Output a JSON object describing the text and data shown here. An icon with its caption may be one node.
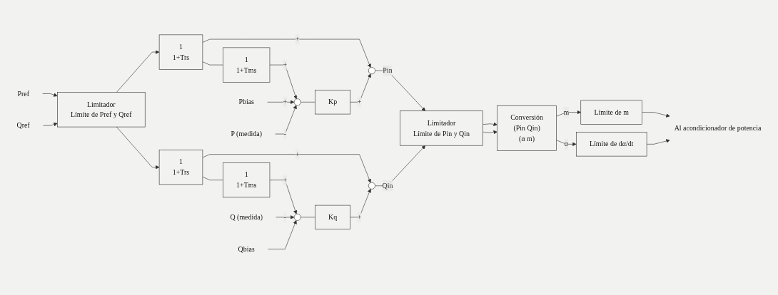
{
  "diagram": {
    "nodes": [
      {
        "text": [
          "Pref"
        ]
      },
      {
        "text": [
          "Qref"
        ]
      },
      {
        "text": [
          "Limitador",
          "Límite de Pref y Qref"
        ]
      },
      {
        "text": [
          "1",
          "1+Trs"
        ]
      },
      {
        "text": [
          "1",
          "1+Trs"
        ]
      },
      {
        "text": [
          "1",
          "1+Tms"
        ]
      },
      {
        "text": [
          "Pbias"
        ]
      },
      {
        "text": [],
        "shape": "circle"
      },
      {
        "text": [
          "P (medida)"
        ]
      },
      {
        "text": [
          "Kp"
        ]
      },
      {
        "text": [],
        "shape": "circle"
      },
      {
        "text": [
          "Limitador",
          "Límite de Pin y Qin"
        ]
      },
      {
        "text": [],
        "shape": "circle"
      },
      {
        "text": [
          "Kq"
        ]
      },
      {
        "text": [
          "1",
          "1+Tms"
        ]
      },
      {
        "text": [],
        "shape": "circle"
      },
      {
        "text": [
          "Q (medida)"
        ]
      },
      {
        "text": [
          "Qbias"
        ]
      },
      {
        "text": [
          "Conversión",
          "(Pin Qin)",
          "(α m)"
        ]
      },
      {
        "text": [
          "Límite de m"
        ]
      },
      {
        "text": [
          "Límite de dα/dt"
        ]
      },
      {
        "text": [
          "Al acondicionador de potencia"
        ]
      }
    ],
    "edges": [
      {
        "from": 0,
        "to": 2,
        "arrow": "to"
      },
      {
        "from": 1,
        "to": 2,
        "arrow": "to"
      },
      {
        "from": 2,
        "to": 3,
        "arrow": "to"
      },
      {
        "from": 2,
        "to": 4,
        "arrow": "to"
      },
      {
        "from": 3,
        "to": 5,
        "arrow": "none"
      },
      {
        "from": 3,
        "to": 10,
        "arrow": "to",
        "label": "+"
      },
      {
        "from": 5,
        "to": 7,
        "arrow": "to",
        "label": "+"
      },
      {
        "from": 6,
        "to": 7,
        "arrow": "to",
        "label": "+"
      },
      {
        "from": 8,
        "to": 7,
        "arrow": "to",
        "label": "-"
      },
      {
        "from": 7,
        "to": 9,
        "arrow": "none"
      },
      {
        "from": 9,
        "to": 10,
        "arrow": "to",
        "label": "+"
      },
      {
        "from": 10,
        "to": 11,
        "arrow": "to",
        "label": "Pin"
      },
      {
        "from": 4,
        "to": 12,
        "arrow": "to",
        "label": "+"
      },
      {
        "from": 4,
        "to": 14,
        "arrow": "none"
      },
      {
        "from": 14,
        "to": 15,
        "arrow": "to",
        "label": "+"
      },
      {
        "from": 16,
        "to": 15,
        "arrow": "to",
        "label": "-"
      },
      {
        "from": 17,
        "to": 15,
        "arrow": "to"
      },
      {
        "from": 15,
        "to": 13,
        "arrow": "none"
      },
      {
        "from": 13,
        "to": 12,
        "arrow": "to",
        "label": "+"
      },
      {
        "from": 12,
        "to": 11,
        "arrow": "to",
        "label": "Qin"
      },
      {
        "from": 11,
        "to": 18,
        "arrow": "to"
      },
      {
        "from": 11,
        "to": 18,
        "arrow": "to"
      },
      {
        "from": 18,
        "to": 19,
        "arrow": "to",
        "label": "m"
      },
      {
        "from": 18,
        "to": 20,
        "arrow": "to",
        "label": "α"
      },
      {
        "from": 19,
        "to": 21,
        "arrow": "to"
      },
      {
        "from": 20,
        "to": 21,
        "arrow": "to"
      }
    ]
  }
}
